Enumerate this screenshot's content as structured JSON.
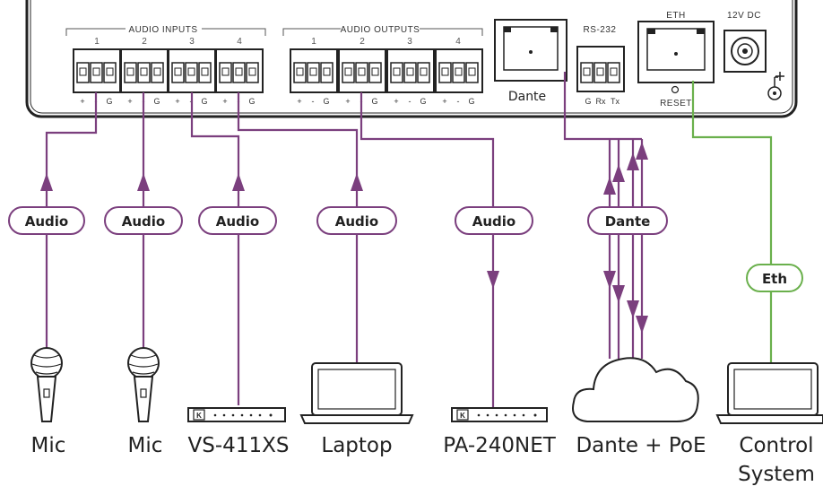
{
  "panel": {
    "inputs_title": "AUDIO INPUTS",
    "outputs_title": "AUDIO OUTPUTS",
    "rs232_title": "RS-232",
    "eth_title": "ETH",
    "dc_title": "12V DC",
    "reset_label": "RESET",
    "dante_logo": "Dante",
    "channel_numbers": [
      "1",
      "2",
      "3",
      "4"
    ],
    "pin_plus": "+",
    "pin_minus": "-",
    "pin_g": "G",
    "rs232_pins": [
      "G",
      "Rx",
      "Tx"
    ]
  },
  "pills": {
    "audio": "Audio",
    "dante": "Dante",
    "eth": "Eth"
  },
  "devices": {
    "mic1": "Mic",
    "mic2": "Mic",
    "vs": "VS-411XS",
    "laptop": "Laptop",
    "pa": "PA-240NET",
    "dante": "Dante + PoE",
    "control_line1": "Control",
    "control_line2": "System"
  },
  "colors": {
    "audio_line": "#7b3f7e",
    "eth_line": "#6ab04c",
    "panel_border": "#222222"
  }
}
